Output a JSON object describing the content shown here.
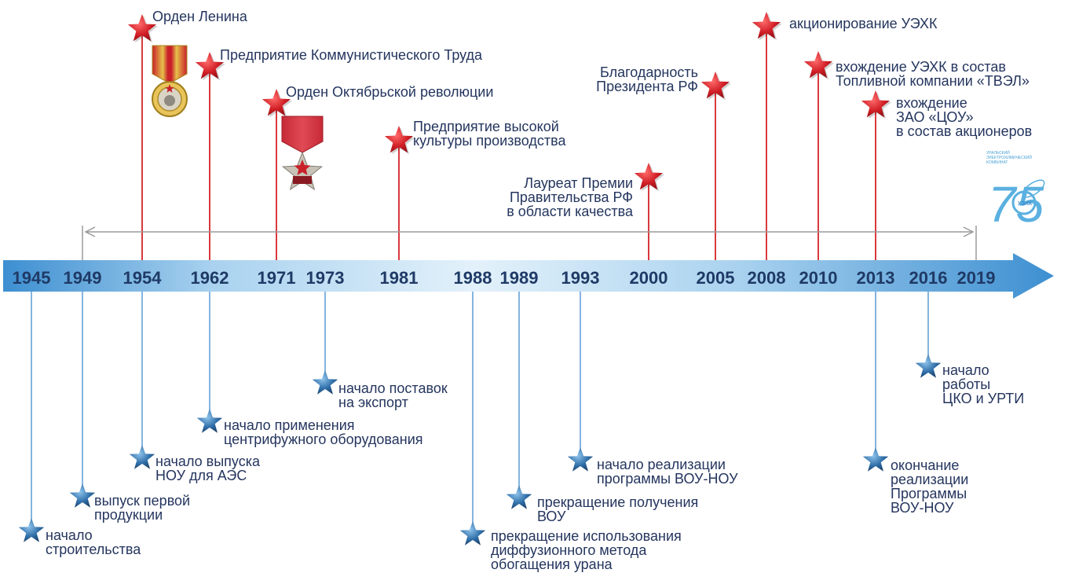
{
  "timeline": {
    "years": [
      "1945",
      "1949",
      "1954",
      "1962",
      "1971",
      "1973",
      "1981",
      "1988",
      "1989",
      "1993",
      "2000",
      "2005",
      "2008",
      "2010",
      "2013",
      "2016",
      "2019"
    ],
    "range_years": [
      "1949",
      "2019"
    ]
  },
  "awards_above": [
    {
      "year": "1954",
      "label": "Орден Ленина"
    },
    {
      "year": "1962",
      "label": "Предприятие Коммунистического Труда"
    },
    {
      "year": "1971",
      "label": "Орден Октябрьской революции"
    },
    {
      "year": "1981",
      "label": "Предприятие высокой\nкультуры производства"
    },
    {
      "year": "2000",
      "label": "Лауреат Премии\nПравительства РФ\nв области качества"
    },
    {
      "year": "2005",
      "label": "Благодарность\nПрезидента РФ"
    },
    {
      "year": "2008",
      "label": "акционирование УЭХК"
    },
    {
      "year": "2010",
      "label": "вхождение УЭХК в состав\nТопливной компании «ТВЭЛ»"
    },
    {
      "year": "2013",
      "label": "вхождение\nЗАО «ЦОУ»\nв состав акционеров"
    }
  ],
  "events_below": [
    {
      "year": "1945",
      "label": "начало\nстроительства"
    },
    {
      "year": "1949",
      "label": "выпуск первой\nпродукции"
    },
    {
      "year": "1954",
      "label": "начало выпуска\nНОУ для АЭС"
    },
    {
      "year": "1962",
      "label": "начало применения\nцентрифужного оборудования"
    },
    {
      "year": "1973",
      "label": "начало поставок\nна экспорт"
    },
    {
      "year": "1988",
      "label": "прекращение использования\nдиффузионного метода\nобогащения урана"
    },
    {
      "year": "1989",
      "label": "прекращение получения\nВОУ"
    },
    {
      "year": "1993",
      "label": "начало реализации\nпрограммы ВОУ-НОУ"
    },
    {
      "year": "2013",
      "label": "окончание\nреализации\nПрограммы\nВОУ-НОУ"
    },
    {
      "year": "2016",
      "label": "начало\nработы\nЦКО и УРТИ"
    }
  ],
  "medals": [
    {
      "year": "1954",
      "name": "order-of-lenin"
    },
    {
      "year": "1971",
      "name": "order-of-october-revolution"
    }
  ],
  "logo": {
    "caption": "УРАЛЬСКИЙ\nЭЛЕКТРОХИМИЧЕСКИЙ\nКОМБИНАТ",
    "number": "75",
    "abbr": "УЭХК"
  },
  "colors": {
    "red_star": "#cc1f26",
    "blue_star": "#2f6ea8",
    "arrow_dark": "#3d8fd1",
    "arrow_light": "#d9ecf8",
    "text": "#24355e",
    "year_text": "#1f3a66",
    "red_line": "#d9393e",
    "blue_line": "#5b9bd5"
  }
}
